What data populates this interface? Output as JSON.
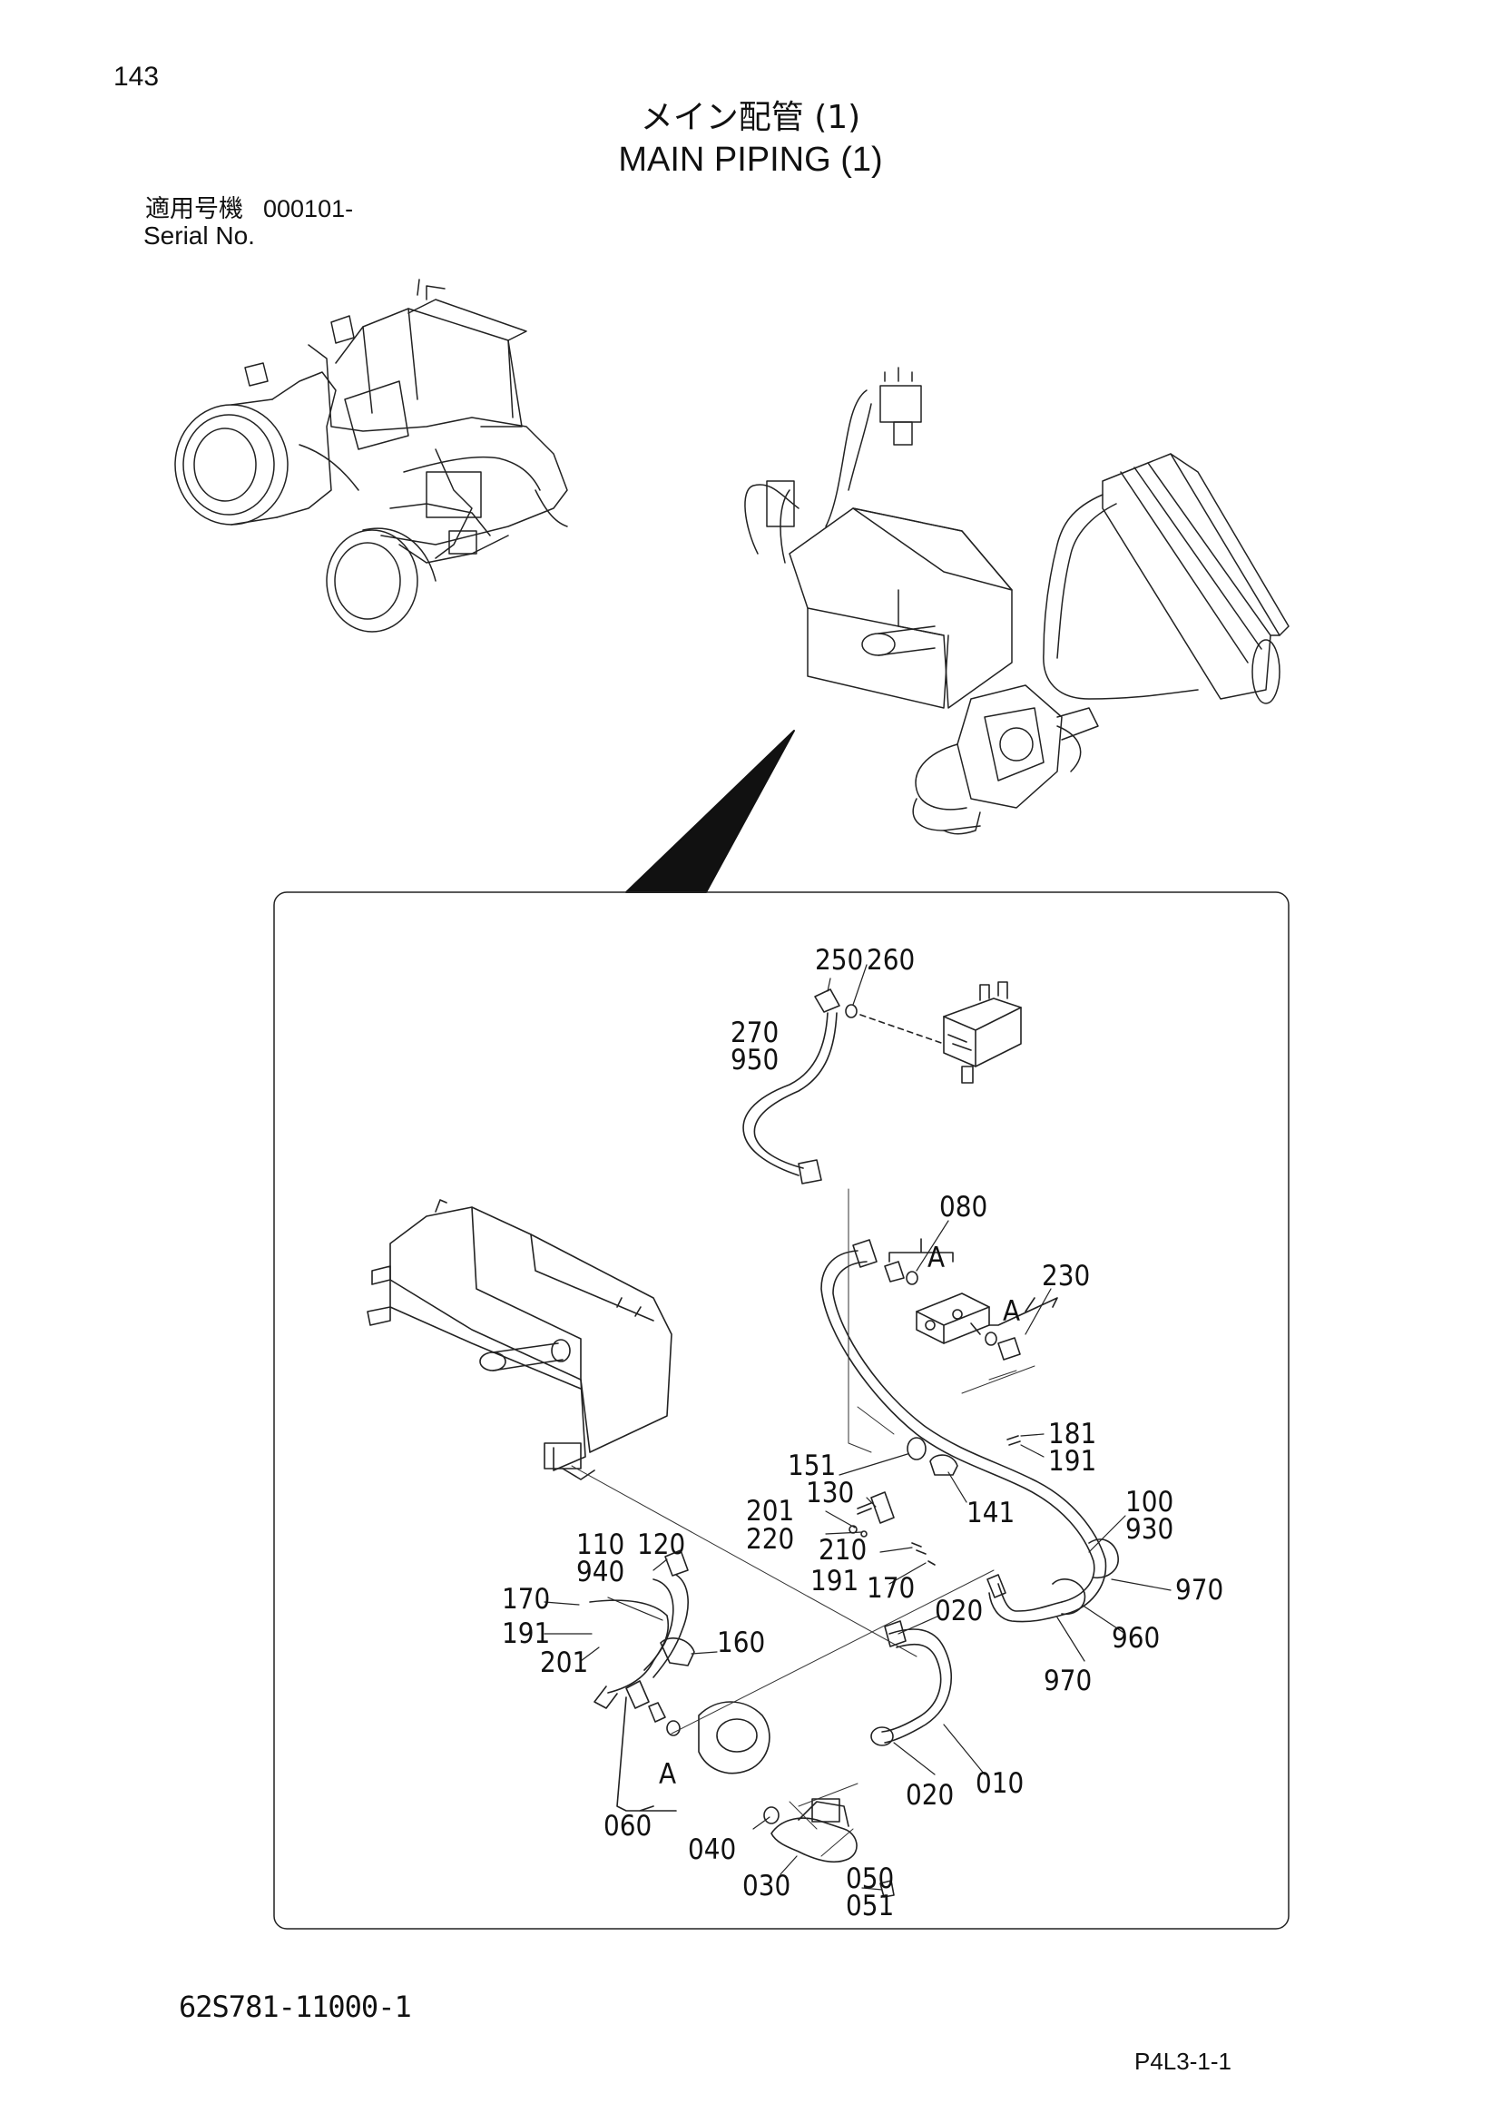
{
  "header": {
    "page_number": "143",
    "title_jp": "メイン配管 (1)",
    "title_en": "MAIN PIPING (1)",
    "serial_label_jp": "適用号機",
    "serial_value": "000101-",
    "serial_label_en": "Serial No."
  },
  "footer": {
    "drawing_number": "62S781-11000-1",
    "page_code": "P4L3-1-1"
  },
  "callouts": {
    "c250": "250",
    "c260": "260",
    "c270": "270",
    "c950": "950",
    "c080": "080",
    "a1": "A",
    "c230": "230",
    "a2": "A",
    "c181": "181",
    "c191a": "191",
    "c151": "151",
    "c130": "130",
    "c141": "141",
    "c100": "100",
    "c930": "930",
    "c201a": "201",
    "c220": "220",
    "c210": "210",
    "c191b": "191",
    "c170a": "170",
    "c110": "110",
    "c940": "940",
    "c120": "120",
    "c170b": "170",
    "c191c": "191",
    "c201b": "201",
    "c160": "160",
    "c020a": "020",
    "c970a": "970",
    "c960": "960",
    "c970b": "970",
    "a3": "A",
    "c060": "060",
    "c020b": "020",
    "c010": "010",
    "c040": "040",
    "c030": "030",
    "c050": "050",
    "c051": "051"
  }
}
